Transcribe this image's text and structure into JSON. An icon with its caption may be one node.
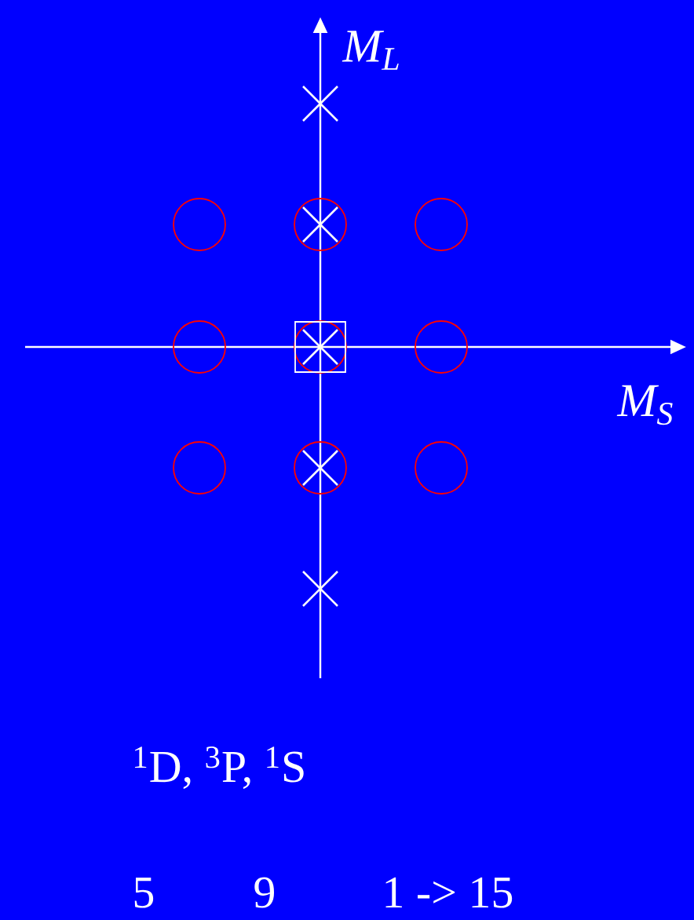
{
  "diagram": {
    "labels": [
      "M$_{L}$",
      "M$_{S}$",
      "$^{1}$D, $^{3}$P, $^{1}$S",
      "5",
      "9",
      "1 -> 15"
    ]
  }
}
